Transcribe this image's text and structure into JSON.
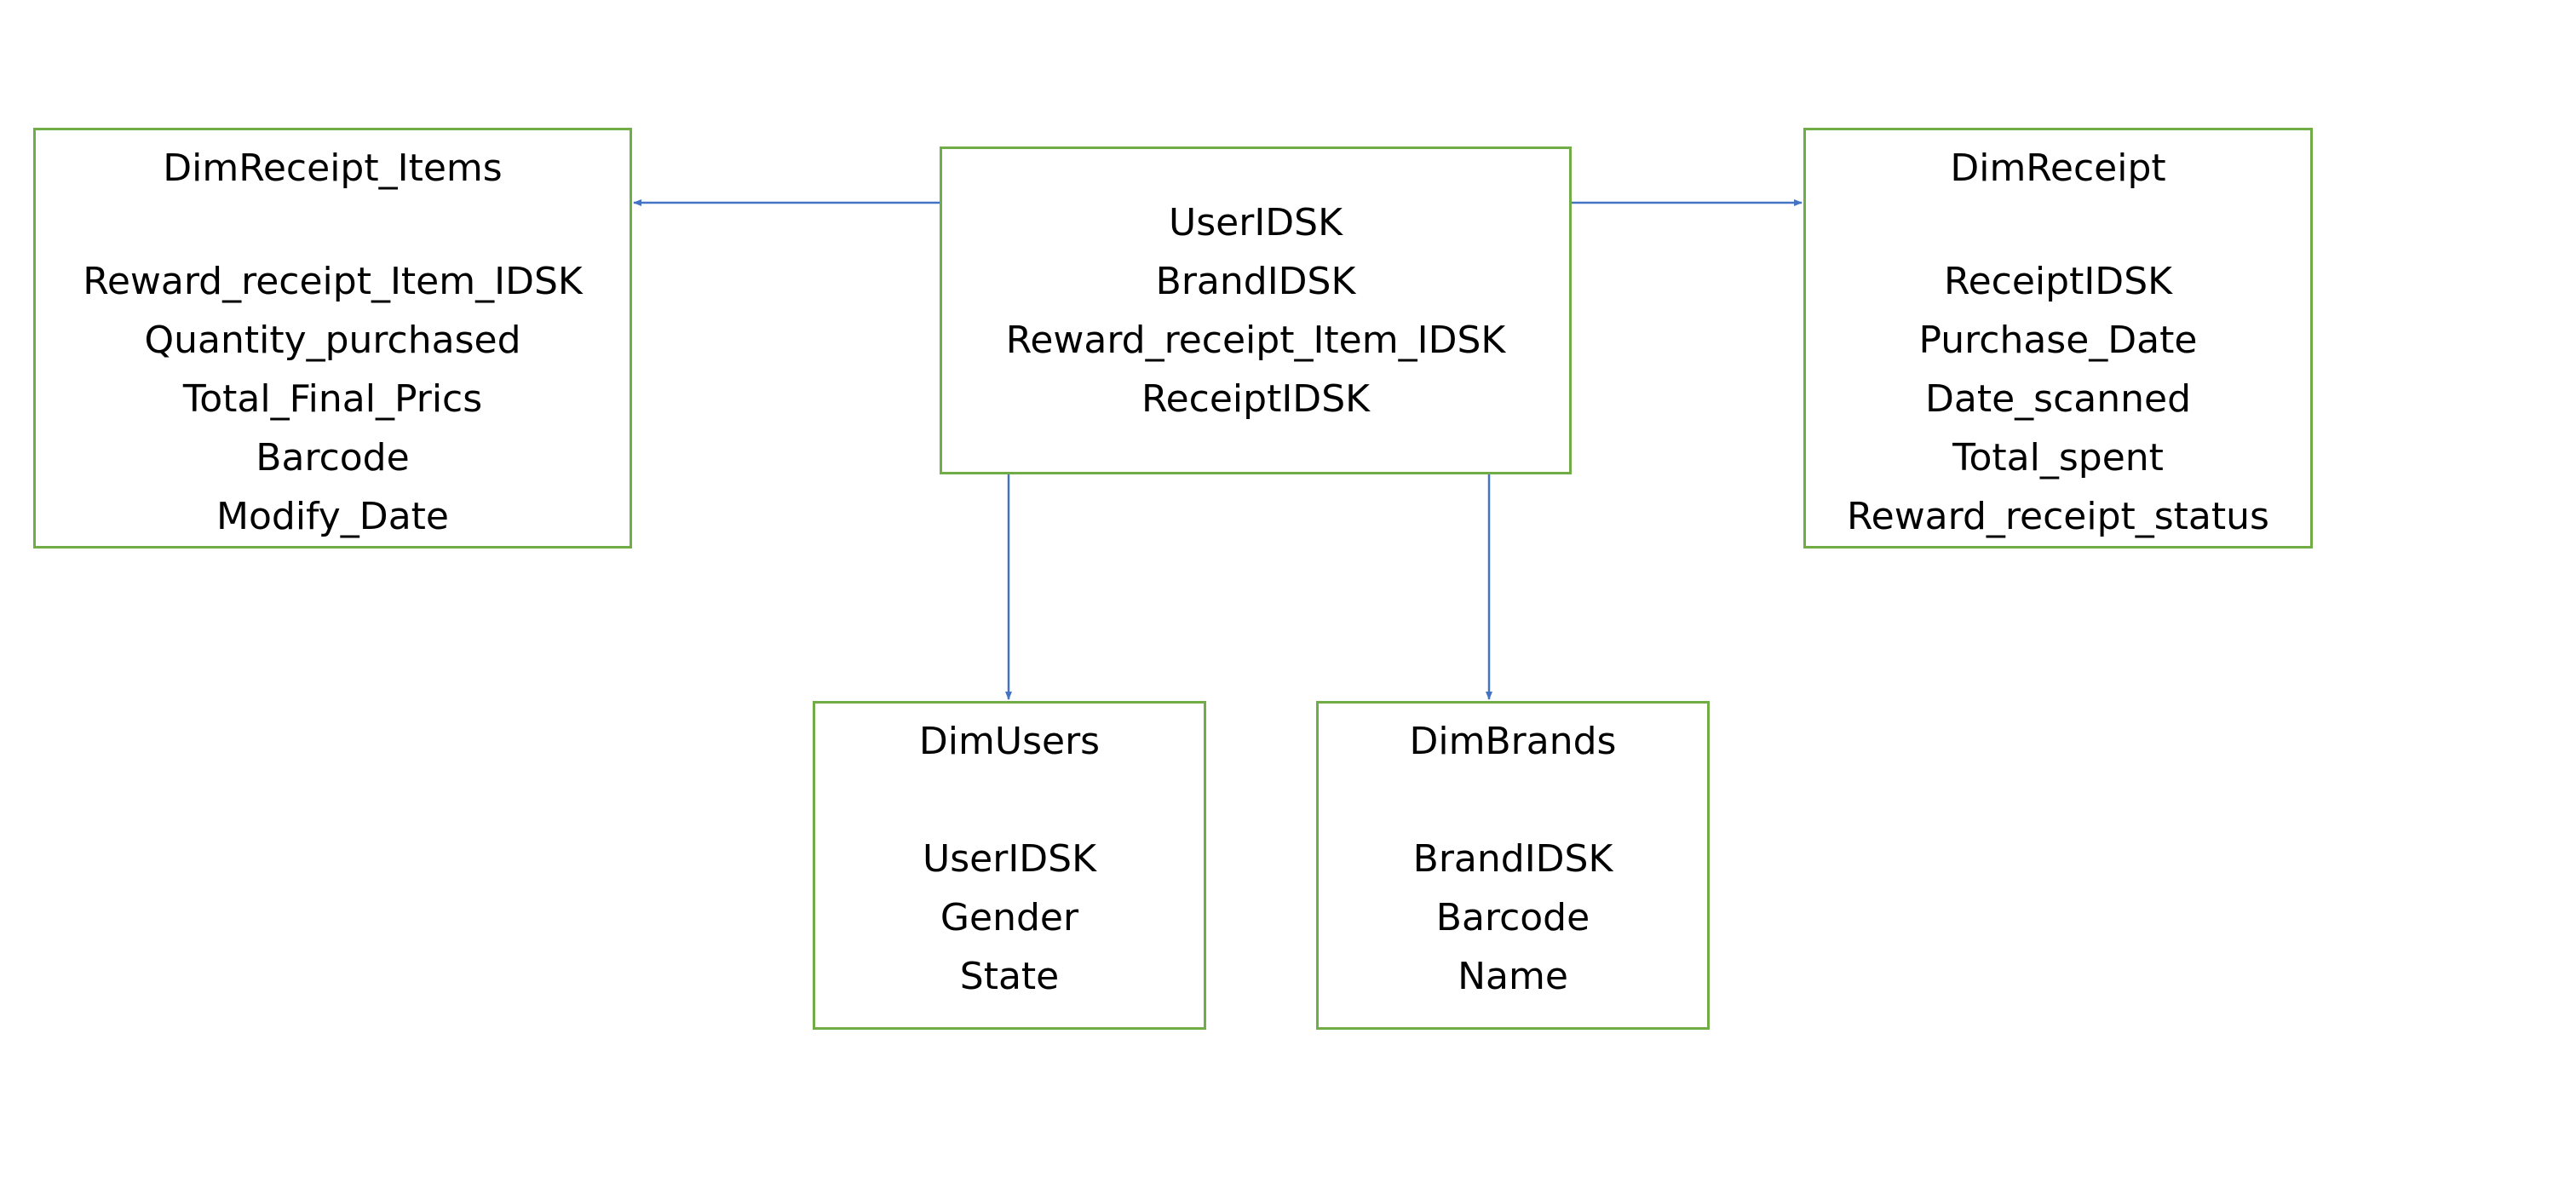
{
  "colors": {
    "box_border": "#70ad47",
    "arrow": "#4472c4",
    "text": "#000000",
    "background": "#ffffff"
  },
  "fact_table": {
    "fields": [
      "UserIDSK",
      "BrandIDSK",
      "Reward_receipt_Item_IDSK",
      "ReceiptIDSK"
    ]
  },
  "dim_receipt_items": {
    "title": "DimReceipt_Items",
    "fields": [
      "Reward_receipt_Item_IDSK",
      "Quantity_purchased",
      "Total_Final_Prics",
      "Barcode",
      "Modify_Date"
    ]
  },
  "dim_receipt": {
    "title": "DimReceipt",
    "fields": [
      "ReceiptIDSK",
      "Purchase_Date",
      "Date_scanned",
      "Total_spent",
      "Reward_receipt_status"
    ]
  },
  "dim_users": {
    "title": "DimUsers",
    "fields": [
      "UserIDSK",
      "Gender",
      "State"
    ]
  },
  "dim_brands": {
    "title": "DimBrands",
    "fields": [
      "BrandIDSK",
      "Barcode",
      "Name"
    ]
  },
  "connections": [
    {
      "from": "fact_table",
      "to": "dim_receipt_items"
    },
    {
      "from": "fact_table",
      "to": "dim_receipt"
    },
    {
      "from": "fact_table",
      "to": "dim_users"
    },
    {
      "from": "fact_table",
      "to": "dim_brands"
    }
  ]
}
